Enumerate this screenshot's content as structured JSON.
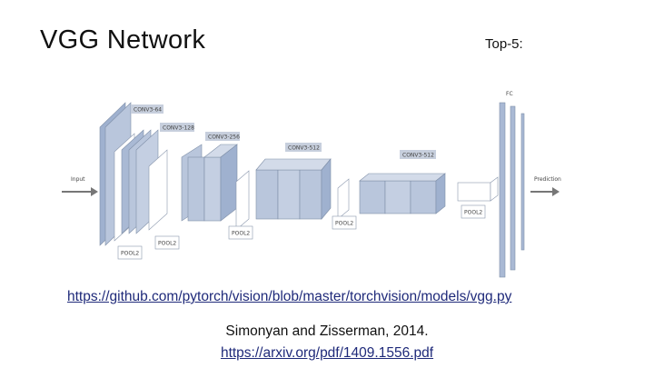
{
  "slide": {
    "title": "VGG Network",
    "top5_label": "Top-5:"
  },
  "diagram": {
    "labels": {
      "conv64": "CONV3-64",
      "conv128": "CONV3-128",
      "conv256": "CONV3-256",
      "conv512a": "CONV3-512",
      "conv512b": "CONV3-512",
      "fc": "FC",
      "input": "Input",
      "prediction": "Prediction",
      "pool1": "POOL2",
      "pool2": "POOL2",
      "pool3": "POOL2",
      "pool4": "POOL2",
      "pool5": "POOL2"
    },
    "colors": {
      "conv_fill": "#b9c6dc",
      "conv_face": "#9fb1cf",
      "pool_fill": "#ffffff",
      "fc_fill": "#a9b9d4",
      "label_box": "#c7cfdd"
    }
  },
  "links": {
    "github": "https://github.com/pytorch/vision/blob/master/torchvision/models/vgg.py",
    "citation": "Simonyan and Zisserman, 2014.",
    "arxiv": "https://arxiv.org/pdf/1409.1556.pdf"
  }
}
